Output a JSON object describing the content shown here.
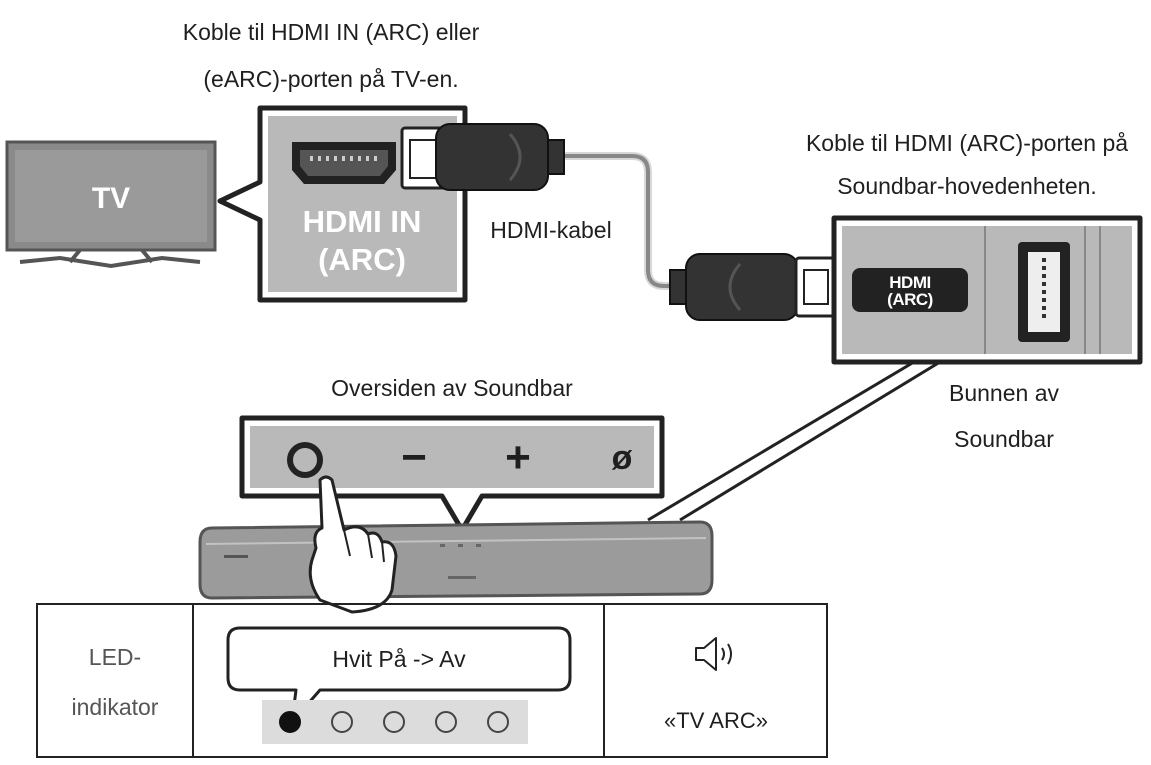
{
  "labels": {
    "tv_port_instruction_line1": "Koble til HDMI IN (ARC) eller",
    "tv_port_instruction_line2": "(eARC)-porten på TV-en.",
    "soundbar_port_instruction_line1": "Koble til HDMI (ARC)-porten på",
    "soundbar_port_instruction_line2": "Soundbar-hovedenheten.",
    "tv": "TV",
    "tv_port_line1": "HDMI IN",
    "tv_port_line2": "(ARC)",
    "cable": "HDMI-kabel",
    "soundbar_port_line1": "HDMI",
    "soundbar_port_line2": "(ARC)",
    "top_of_soundbar": "Oversiden av Soundbar",
    "bottom_of_soundbar_line1": "Bunnen av",
    "bottom_of_soundbar_line2": "Soundbar"
  },
  "buttons": {
    "minus": "−",
    "plus": "+",
    "mute": "ø"
  },
  "led_table": {
    "header_line1": "LED-",
    "header_line2": "indikator",
    "callout": "Hvit På -> Av",
    "leds": [
      {
        "state": "on"
      },
      {
        "state": "off"
      },
      {
        "state": "off"
      },
      {
        "state": "off"
      },
      {
        "state": "off"
      }
    ],
    "mode": "«TV ARC»"
  },
  "colors": {
    "panel_gray": "#b9b9b9",
    "cable_dark": "#333333",
    "led_on": "#111111",
    "led_strip": "#dcdcdc"
  }
}
